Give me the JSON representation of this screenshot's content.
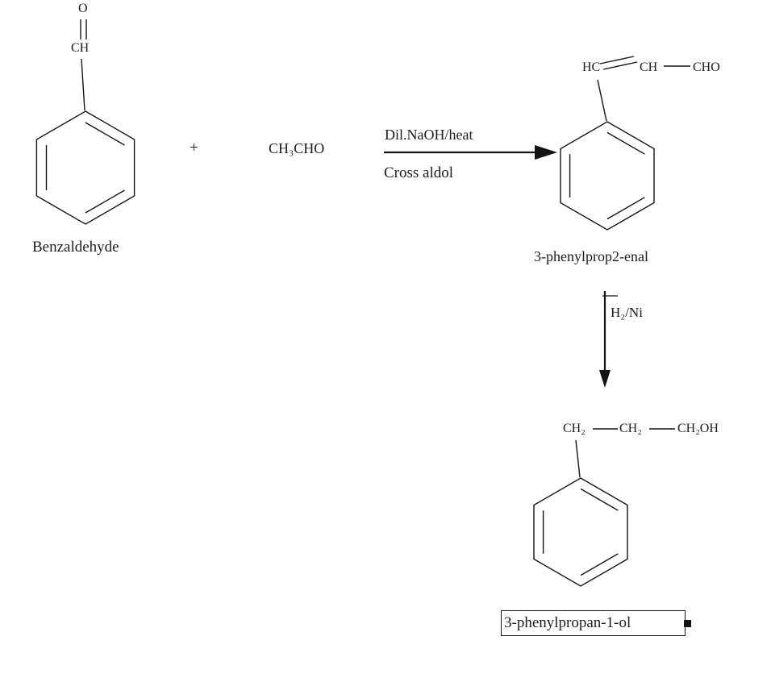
{
  "molecules": {
    "benzaldehyde": {
      "oxygen": "O",
      "aldehyde": "CH",
      "name": "Benzaldehyde"
    },
    "acetaldehyde": {
      "formula": "CH₃CHO"
    },
    "product1": {
      "c1": "HC",
      "c2": "CH",
      "c3": "CHO",
      "name": "3-phenylprop2-enal"
    },
    "product2": {
      "c1": "CH₂",
      "c2": "CH₂",
      "c3": "CH₂OH",
      "name": "3-phenylpropan-1-ol"
    }
  },
  "operators": {
    "plus": "+"
  },
  "step1": {
    "conditions_top": "Dil.NaOH/heat",
    "conditions_bottom": "Cross aldol"
  },
  "step2": {
    "conditions": "H₂/Ni"
  },
  "colors": {
    "ink": "#141414",
    "background": "#ffffff"
  }
}
